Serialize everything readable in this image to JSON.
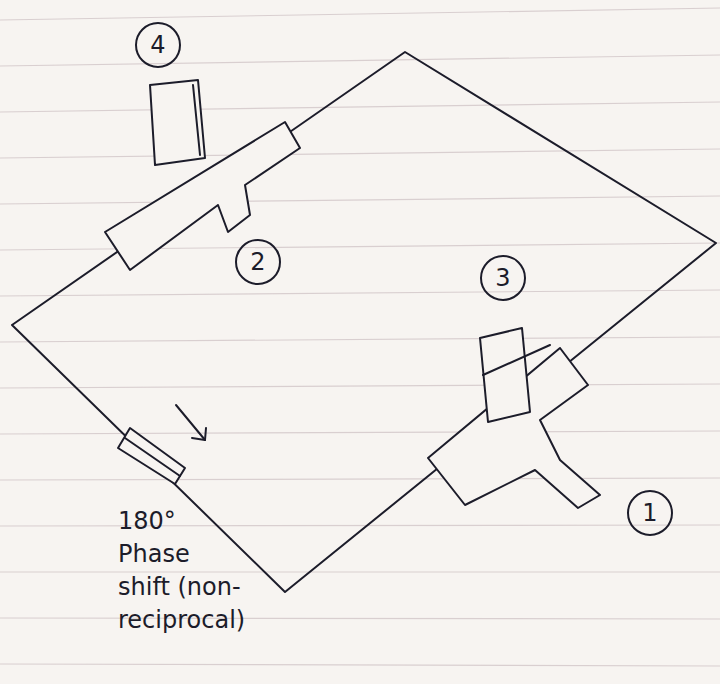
{
  "diagram": {
    "nodes": [
      {
        "text": [
          "4"
        ]
      },
      {
        "text": [
          "2"
        ]
      },
      {
        "text": [
          "3"
        ]
      },
      {
        "text": [
          "1"
        ]
      }
    ],
    "labels": [
      "180° Phase shift (non-reciprocal)"
    ]
  }
}
